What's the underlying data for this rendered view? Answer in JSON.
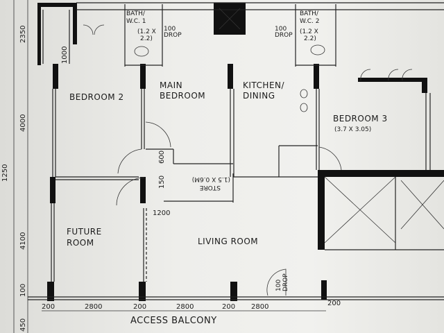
{
  "rooms": {
    "bath1": [
      "BATH/",
      "W.C. 1",
      "(1.2 X",
      "2.2)"
    ],
    "bath2": [
      "BATH/",
      "W.C. 2",
      "(1.2 X",
      "2.2)"
    ],
    "drop1": [
      "100",
      "DROP"
    ],
    "drop2": [
      "100",
      "DROP"
    ],
    "drop3": [
      "100",
      "DROP"
    ],
    "bedroom2": "BEDROOM 2",
    "main_bedroom": [
      "MAIN",
      "BEDROOM"
    ],
    "kitchen": [
      "KITCHEN/",
      "DINING"
    ],
    "bedroom3": "BEDROOM 3",
    "bedroom3_size": "(3.7 X 3.05)",
    "future_room": [
      "FUTURE",
      "ROOM"
    ],
    "living_room": "LIVING ROOM",
    "store": [
      "STORE",
      "(1.5 X 0.6M)"
    ],
    "access_balcony": "ACCESS BALCONY"
  },
  "dimensions": {
    "left": [
      "2350",
      "1000",
      "4000",
      "1250",
      "4100",
      "100",
      "450"
    ],
    "store_600": "600",
    "store_150": "150",
    "door_1200": "1200",
    "bottom": [
      "200",
      "2800",
      "200",
      "2800",
      "200",
      "2800",
      "200"
    ]
  }
}
